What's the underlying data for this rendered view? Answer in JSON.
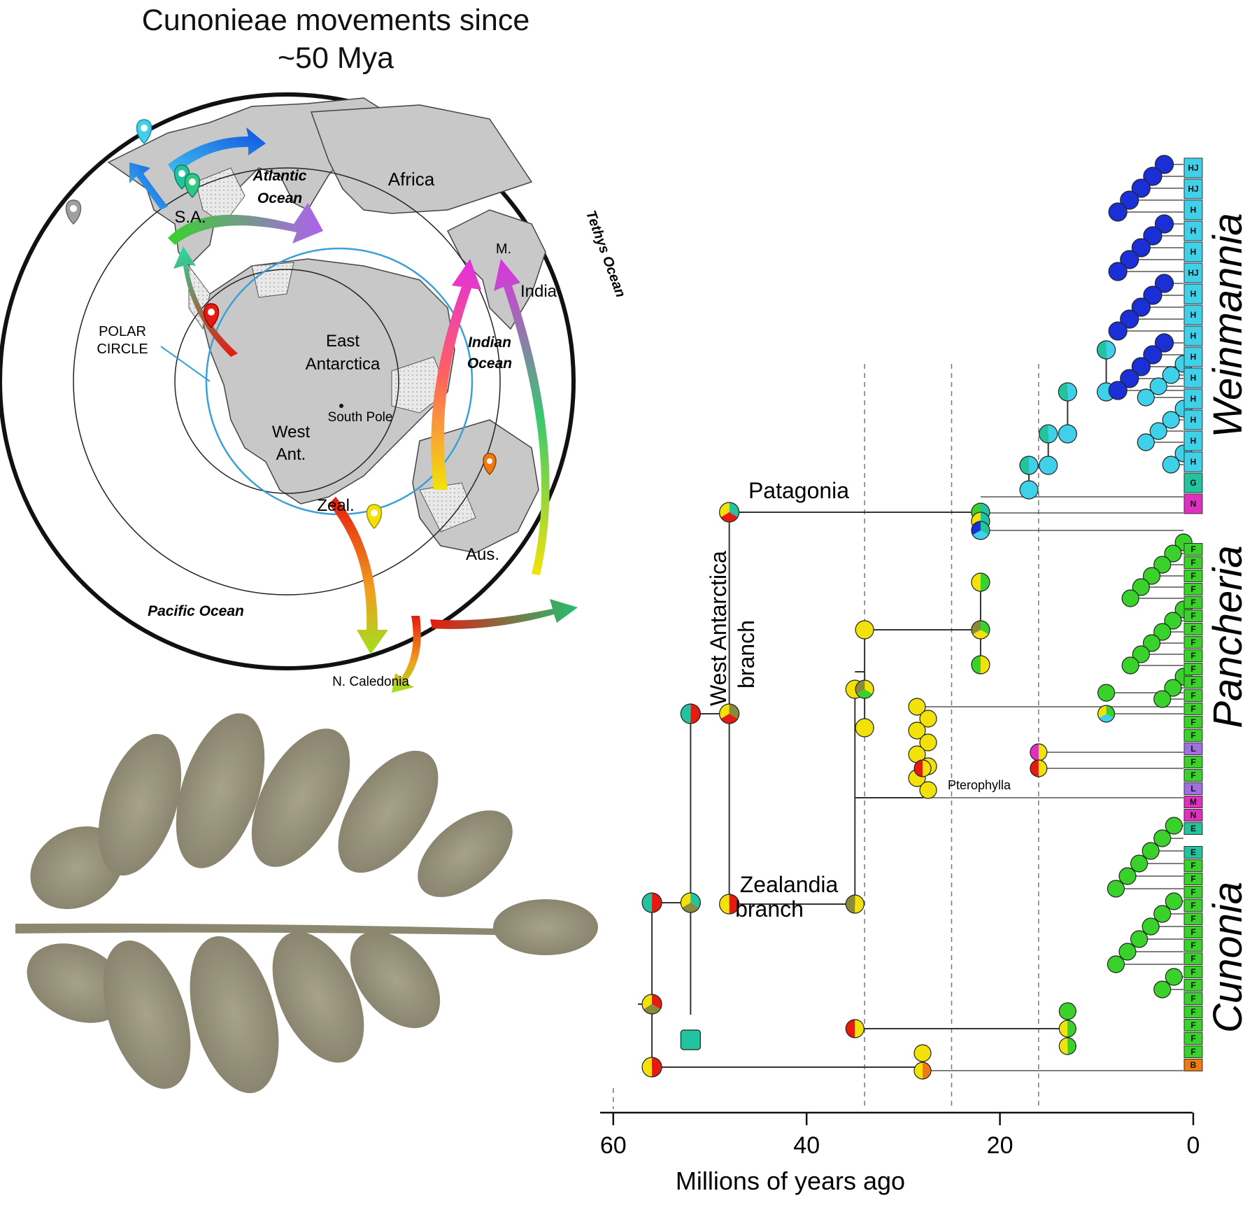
{
  "figure": {
    "title_line1": "Cunonieae movements since",
    "title_line2": "~50 Mya"
  },
  "map": {
    "labels": {
      "atlantic": "Atlantic",
      "ocean": "Ocean",
      "africa": "Africa",
      "sa": "S.A.",
      "m": "M.",
      "india": "India",
      "tethys": "Tethys Ocean",
      "polar1": "POLAR",
      "polar2": "CIRCLE",
      "east_ant1": "East",
      "east_ant2": "Antarctica",
      "indian": "Indian",
      "indian_ocean": "Ocean",
      "south_pole": "South Pole",
      "west_ant1": "West",
      "west_ant2": "Ant.",
      "zeal": "Zeal.",
      "aus": "Aus.",
      "pacific": "Pacific Ocean",
      "ncal": "N. Caledonia"
    },
    "colors": {
      "land": "#c8c8c8",
      "shelf": "#e6e6e6",
      "polar_circle": "#3aa0d8"
    }
  },
  "tree": {
    "labels": {
      "patagonia": "Patagonia",
      "west_ant_1": "West Antarctica",
      "west_ant_2": "branch",
      "zealandia_1": "Zealandia",
      "zealandia_2": "branch",
      "pterophylla": "Pterophylla"
    },
    "clades": {
      "weinmannia": "Weinmannia",
      "pancheria": "Pancheria",
      "cunonia": "Cunonia"
    },
    "tip_codes": {
      "weinmannia_top": [
        "HJ",
        "HJ",
        "H",
        "H",
        "H",
        "HJ",
        "H",
        "H",
        "H",
        "H",
        "H",
        "H",
        "H",
        "H",
        "H",
        "G",
        "N"
      ],
      "pancheria": [
        "F",
        "F",
        "F",
        "F",
        "F",
        "F",
        "F",
        "F",
        "F",
        "F",
        "F",
        "F",
        "F",
        "F",
        "F",
        "L",
        "F",
        "F",
        "L",
        "M",
        "N",
        "E"
      ],
      "cunonia": [
        "E",
        "F",
        "F",
        "F",
        "F",
        "F",
        "F",
        "F",
        "F",
        "F",
        "F",
        "F",
        "F",
        "F",
        "F",
        "F",
        "B"
      ]
    },
    "colors": {
      "weinmannia_deep": "#1a2fd6",
      "weinmannia_light": "#3fd0ea",
      "teal": "#22c4a0",
      "green": "#38d22a",
      "yellow": "#f2e20a",
      "red": "#e51a10",
      "orange": "#f07a10",
      "olive": "#8a8a3a",
      "purple": "#a070e0",
      "magenta": "#e030c0",
      "tan": "#f0e090"
    }
  },
  "chart_data": {
    "type": "scatter",
    "xlabel": "Millions of years ago",
    "x_ticks": [
      "60",
      "40",
      "20",
      "0"
    ],
    "xlim": [
      61,
      0
    ],
    "reference_lines_mya": [
      60,
      34,
      25,
      16
    ],
    "node_ages_mya": {
      "root": 56,
      "west_antarctica_split": 48,
      "zealandia_split": 35,
      "patagonia_crown": 22,
      "pterophylla": 28
    }
  }
}
